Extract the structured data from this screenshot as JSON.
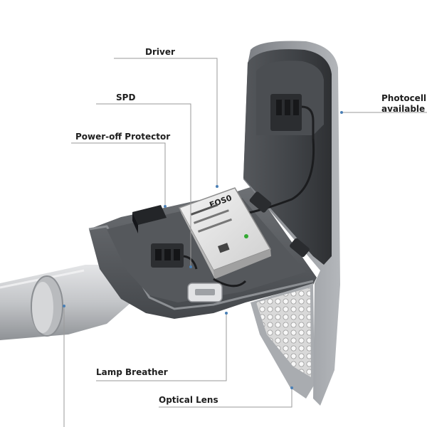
{
  "colors": {
    "leader_line": "#9a9a9a",
    "leader_dot": "#4a7fb5",
    "housing_dark": "#3d3f42",
    "housing_mid": "#5b5e62",
    "housing_light": "#8a8d91",
    "arm_light": "#c9cacc",
    "label_text": "#1e1e1e",
    "led_lens": "#e8e8e8"
  },
  "labels": {
    "driver": "Driver",
    "spd": "SPD",
    "power_off_protector": "Power-off Protector",
    "photocell_line1": "Photocell",
    "photocell_line2": "available",
    "lamp_breather": "Lamp Breather",
    "optical_lens": "Optical Lens"
  },
  "driver_text": {
    "brand": "EOS0"
  }
}
